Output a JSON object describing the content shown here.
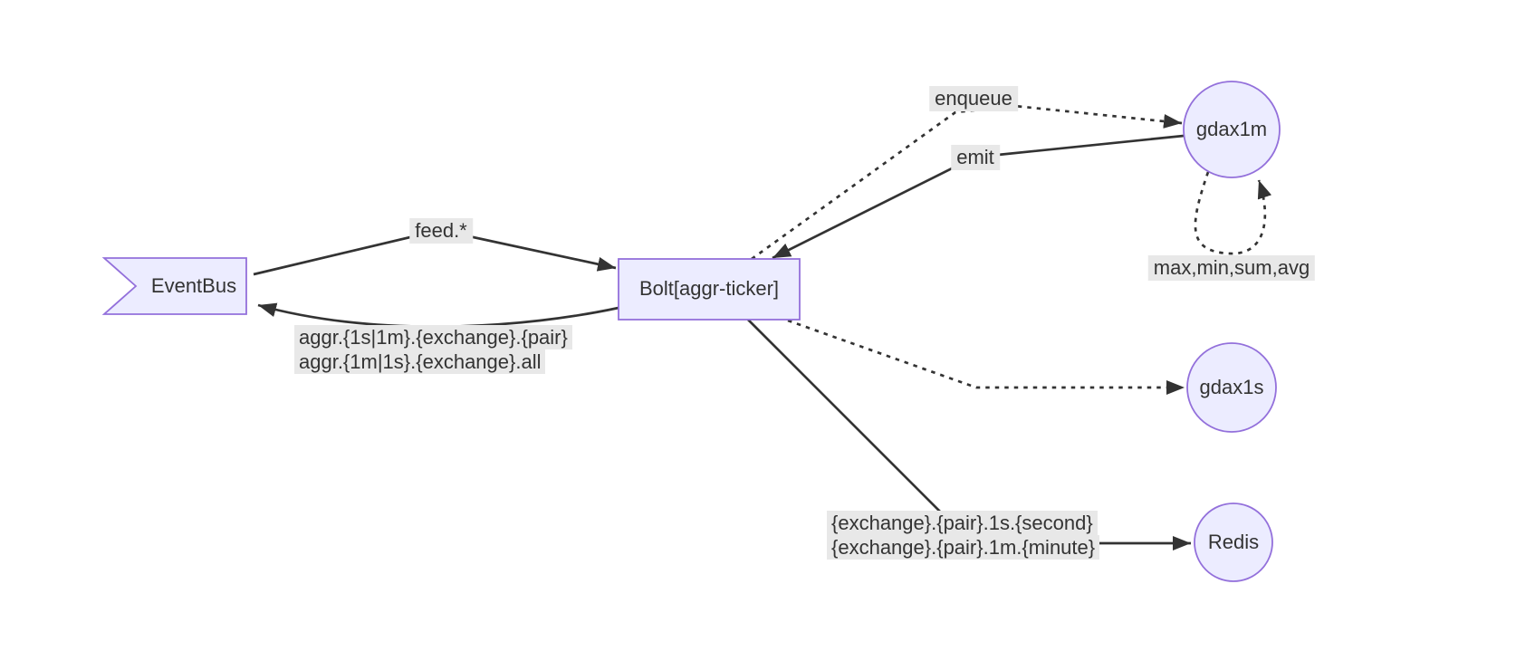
{
  "diagram": {
    "type": "flowchart",
    "direction": "LR",
    "colors": {
      "node_fill": "#ECECFF",
      "node_border": "#9370DB",
      "edge_color": "#333333",
      "label_bg": "#e8e8e8",
      "text_color": "#333333",
      "background": "#ffffff"
    },
    "nodes": [
      {
        "id": "eventbus",
        "label": "EventBus",
        "shape": "asymmetric-flag"
      },
      {
        "id": "bolt",
        "label": "Bolt[aggr-ticker]",
        "shape": "rectangle"
      },
      {
        "id": "gdax1m",
        "label": "gdax1m",
        "shape": "circle"
      },
      {
        "id": "gdax1s",
        "label": "gdax1s",
        "shape": "circle"
      },
      {
        "id": "redis",
        "label": "Redis",
        "shape": "circle"
      }
    ],
    "edges": [
      {
        "from": "EventBus",
        "to": "Bolt[aggr-ticker]",
        "style": "solid",
        "label": "feed.*"
      },
      {
        "from": "Bolt[aggr-ticker]",
        "to": "EventBus",
        "style": "solid",
        "label_lines": [
          "aggr.{1s|1m}.{exchange}.{pair}",
          "aggr.{1m|1s}.{exchange}.all"
        ]
      },
      {
        "from": "Bolt[aggr-ticker]",
        "to": "gdax1m",
        "style": "dotted",
        "label": "enqueue"
      },
      {
        "from": "gdax1m",
        "to": "Bolt[aggr-ticker]",
        "style": "solid",
        "label": "emit"
      },
      {
        "from": "Bolt[aggr-ticker]",
        "to": "gdax1s",
        "style": "dotted"
      },
      {
        "from": "Bolt[aggr-ticker]",
        "to": "Redis",
        "style": "solid",
        "label_lines": [
          "{exchange}.{pair}.1s.{second}",
          "{exchange}.{pair}.1m.{minute}"
        ]
      },
      {
        "from": "gdax1m",
        "to": "gdax1m",
        "style": "dotted",
        "label": "max,min,sum,avg"
      }
    ]
  }
}
